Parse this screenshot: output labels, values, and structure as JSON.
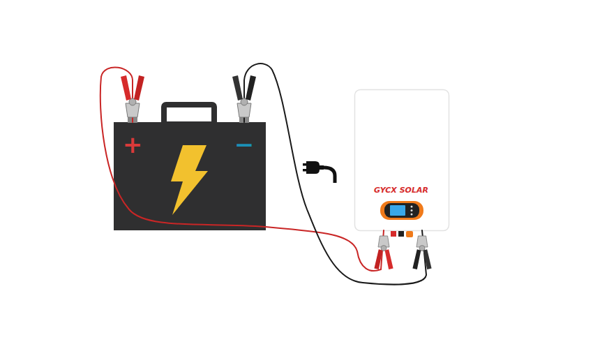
{
  "diagram": {
    "nodes": [
      {
        "text": [
          "+",
          "−"
        ]
      },
      {
        "text": [
          "GYCX SOLAR"
        ]
      }
    ],
    "edges": [
      {
        "from": 0,
        "to": 1,
        "arrow": "none"
      },
      {
        "from": 0,
        "to": 1,
        "arrow": "none"
      }
    ]
  }
}
